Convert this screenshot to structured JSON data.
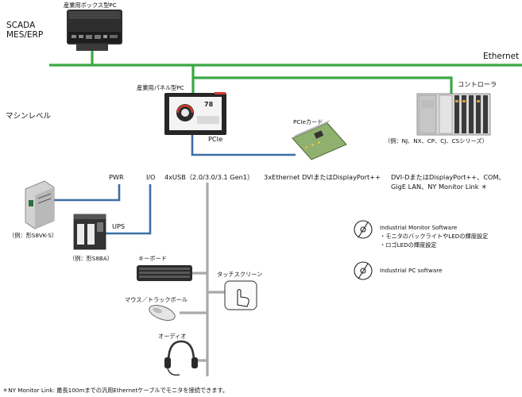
{
  "labels": {
    "box_pc": "産業用ボックス型PC",
    "scada": "SCADA",
    "mes_erp": "MES/ERP",
    "ethernet": "Ethernet",
    "panel_pc": "産業用パネル型PC",
    "controller": "コントローラ",
    "machine_level": "マシンレベル",
    "screen_value": "78",
    "pcie": "PCIe",
    "pcie_card": "PCIeカード",
    "controller_examples": "（例：NJ、NX、CP、CJ、CSシリーズ）",
    "pwr": "PWR",
    "io": "I/O",
    "usb": "4xUSB（2.0/3.0/3.1 Gen1）",
    "eth3": "3xEthernet",
    "dvi": "DVIまたはDisplayPort++",
    "dvi_d": "DVI-DまたはDisplayPort++、COM、",
    "gige": "GigE LAN、NY Monitor Link ＊",
    "ups": "UPS",
    "s8vk": "（例：形S8VK-S）",
    "s8ba": "（例：形S8BA）",
    "keyboard": "キーボード",
    "touch": "タッチスクリーン",
    "mouse": "マウス／トラックボール",
    "audio": "オーディオ",
    "ims_title": "Industrial Monitor Software",
    "ims_1": "・モニタのバックライトやLEDの輝度設定",
    "ims_2": "・ロゴLEDの輝度設定",
    "ipc": "Industrial PC software",
    "footnote": "＊NY Monitor Link: 最長100mまでの汎用Ethernetケーブルでモニタを接続できます。"
  },
  "colors": {
    "ethernet": "#3aa845",
    "io_bus": "#3c6ea5",
    "usb_bus": "#a9a9a9",
    "device_dark": "#2b2b2b"
  }
}
